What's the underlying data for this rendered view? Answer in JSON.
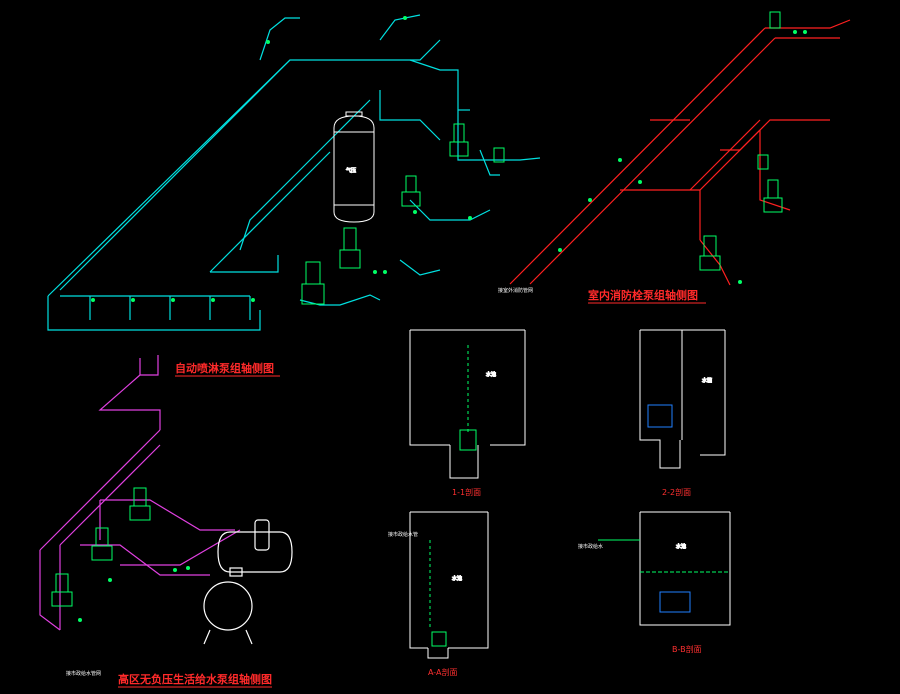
{
  "diagram": {
    "background": "#000000",
    "colors": {
      "spray_pipe": "#00e0e0",
      "fire_pipe": "#ff2020",
      "water_pipe": "#e040e0",
      "equipment": "#00ff66",
      "section_wall": "#ffffff",
      "title_text": "#ff2a2a"
    },
    "titles": {
      "spray": "自动喷淋泵组轴侧图",
      "fire": "室内消防栓泵组轴侧图",
      "water": "高区无负压生活给水泵组轴侧图"
    },
    "sections": {
      "s11": "1-1剖面",
      "s22": "2-2剖面",
      "aa": "A-A剖面",
      "bb": "B-B剖面"
    },
    "tank_labels": {
      "pressure_tank": "气压",
      "pool_11": "水池",
      "pool_22": "水箱",
      "pool_aa": "水池",
      "pool_bb": "水池"
    },
    "notes": {
      "fire_main": "接室外消防管网",
      "water_main": "接市政给水管网",
      "bb_inlet": "接市政给水",
      "aa_inlet": "接市政给水管"
    }
  }
}
